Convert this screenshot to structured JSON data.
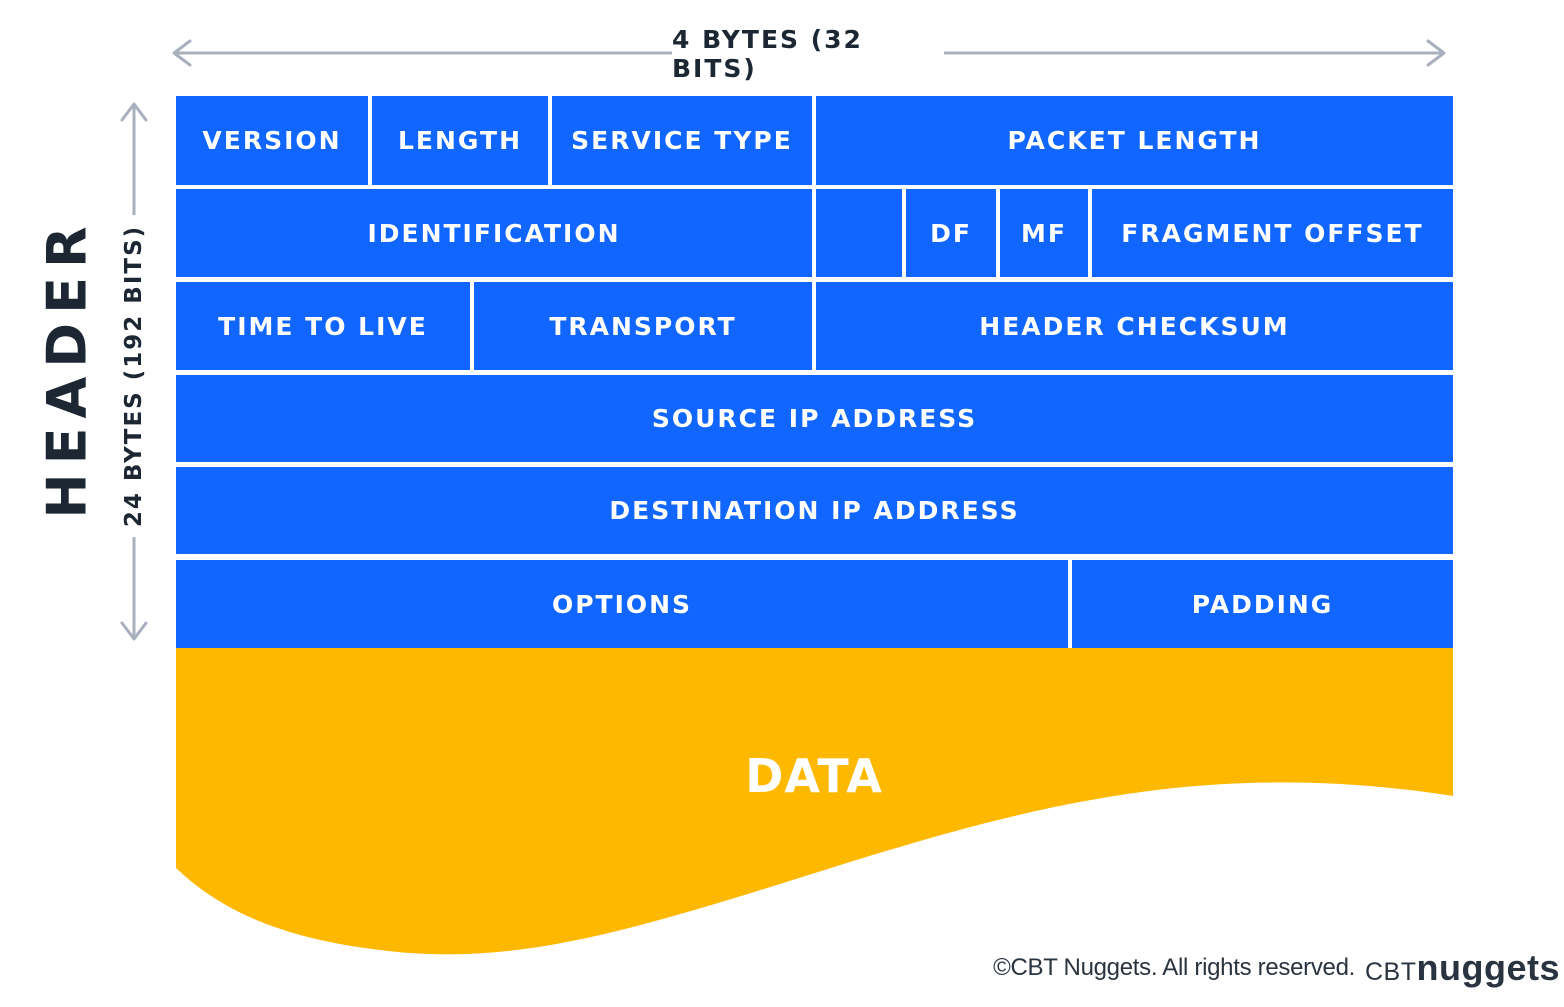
{
  "width_label": "4 BYTES (32 BITS)",
  "height_label": "24 BYTES (192 BITS)",
  "section_label": "HEADER",
  "fields": {
    "version": "VERSION",
    "length": "LENGTH",
    "service_type": "SERVICE TYPE",
    "packet_length": "PACKET LENGTH",
    "identification": "IDENTIFICATION",
    "blank": "",
    "df": "DF",
    "mf": "MF",
    "fragment_offset": "FRAGMENT OFFSET",
    "time_to_live": "TIME TO LIVE",
    "transport": "TRANSPORT",
    "header_checksum": "HEADER CHECKSUM",
    "source_ip": "SOURCE IP ADDRESS",
    "destination_ip": "DESTINATION IP ADDRESS",
    "options": "OPTIONS",
    "padding": "PADDING"
  },
  "data_label": "DATA",
  "footer": {
    "copyright": "©CBT Nuggets. All rights reserved.",
    "logo_cbt": "CBT",
    "logo_nuggets": "nuggets"
  },
  "colors": {
    "field_blue": "#1166ff",
    "data_yellow": "#ffb800",
    "arrow_gray": "#a9b0bd",
    "text_dark": "#1c2733"
  }
}
